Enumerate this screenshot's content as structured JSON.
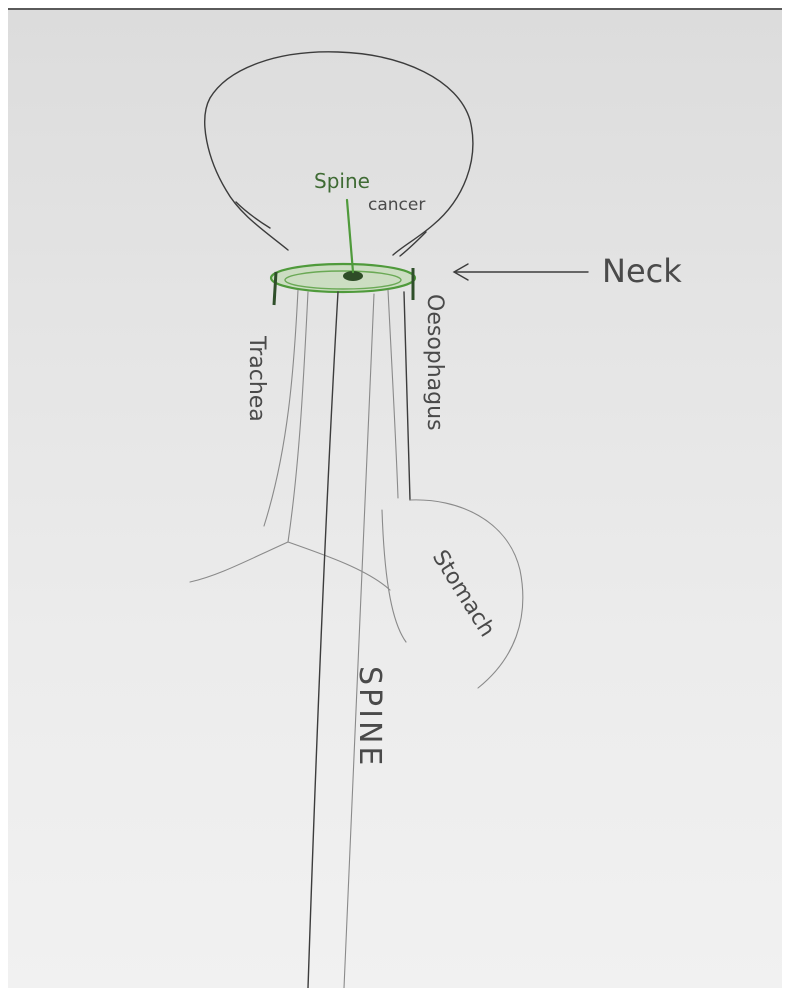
{
  "labels": {
    "spine_cancer_line1": "Spine",
    "spine_cancer_line2": "cancer",
    "neck": "Neck",
    "trachea": "Trachea",
    "oesophagus": "Oesophagus",
    "stomach": "Stomach",
    "spine": "SPINE"
  }
}
